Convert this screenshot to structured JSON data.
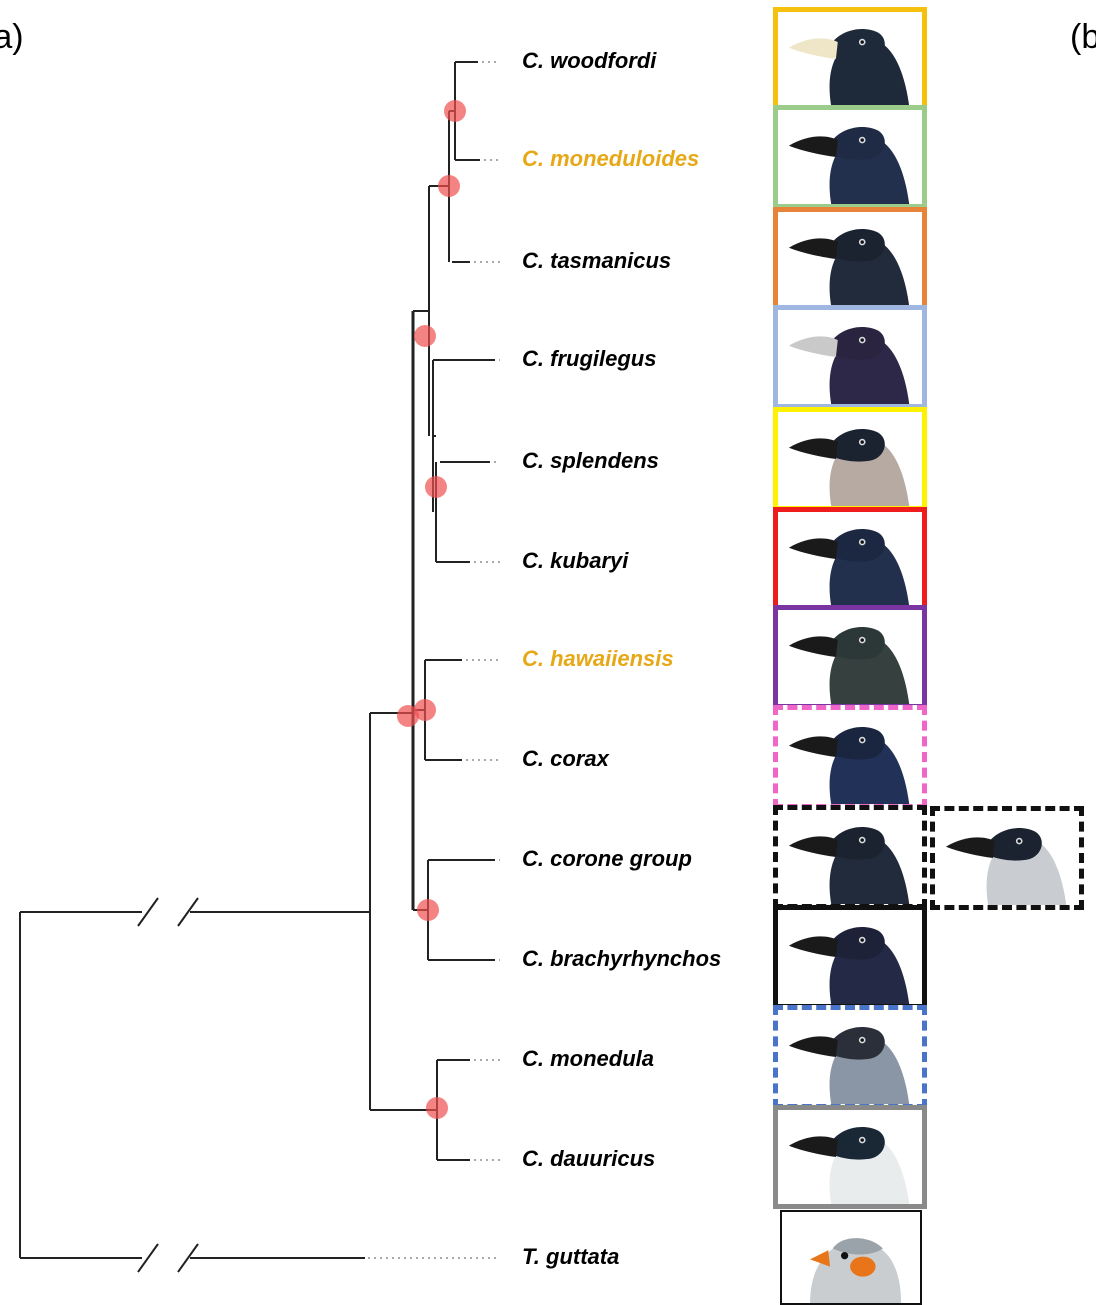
{
  "panel_labels": {
    "a": "(a)",
    "b": "(b"
  },
  "taxa": [
    {
      "name": "C. woodfordi",
      "highlight": false
    },
    {
      "name": "C. moneduloides",
      "highlight": true
    },
    {
      "name": "C. tasmanicus",
      "highlight": false
    },
    {
      "name": "C. frugilegus",
      "highlight": false
    },
    {
      "name": "C. splendens",
      "highlight": false
    },
    {
      "name": "C. kubaryi",
      "highlight": false
    },
    {
      "name": "C. hawaiiensis",
      "highlight": true
    },
    {
      "name": "C. corax",
      "highlight": false
    },
    {
      "name": "C. corone group",
      "highlight": false
    },
    {
      "name": "C. brachyrhynchos",
      "highlight": false
    },
    {
      "name": "C. monedula",
      "highlight": false
    },
    {
      "name": "C. dauuricus",
      "highlight": false
    },
    {
      "name": "T. guttata",
      "highlight": false
    }
  ],
  "swatches": [
    {
      "border": "#f5c10e",
      "style": "solid",
      "head": "#1e2a3a",
      "neck": "#1e2a3a",
      "bill": "#efe6c8"
    },
    {
      "border": "#9ccc8c",
      "style": "solid",
      "head": "#1f2a44",
      "neck": "#23304d",
      "bill": "#1a1a1a"
    },
    {
      "border": "#e8843a",
      "style": "solid",
      "head": "#1c2330",
      "neck": "#222b3b",
      "bill": "#1a1a1a"
    },
    {
      "border": "#9fb6e0",
      "style": "solid",
      "head": "#2a2440",
      "neck": "#2e2848",
      "bill": "#c9c9c9"
    },
    {
      "border": "#fff200",
      "style": "solid",
      "head": "#1c2330",
      "neck": "#b7aaa3",
      "bill": "#1a1a1a"
    },
    {
      "border": "#ee1c1c",
      "style": "solid",
      "head": "#1c2842",
      "neck": "#22304d",
      "bill": "#1a1a1a"
    },
    {
      "border": "#7a35a3",
      "style": "solid",
      "head": "#2c3838",
      "neck": "#35403f",
      "bill": "#1a1a1a"
    },
    {
      "border": "#f066c8",
      "style": "dashed",
      "head": "#1a2540",
      "neck": "#223158",
      "bill": "#1a1a1a"
    },
    {
      "border": "#111111",
      "style": "dashed",
      "head": "#1c2330",
      "neck": "#222b3b",
      "bill": "#1a1a1a"
    },
    {
      "border": "#111111",
      "style": "solid",
      "head": "#1d2238",
      "neck": "#242a45",
      "bill": "#1a1a1a"
    },
    {
      "border": "#4a74c9",
      "style": "dashed",
      "head": "#2a2f3a",
      "neck": "#8a95a6",
      "bill": "#1a1a1a"
    },
    {
      "border": "#8a8a8a",
      "style": "solid",
      "head": "#1a2836",
      "neck": "#e8ecec",
      "bill": "#1a1a1a"
    },
    {
      "border": "#111111",
      "style": "thin",
      "head": "#9aa3aa",
      "neck": "#c9cdd0",
      "bill": "#e8751a",
      "kind": "finch"
    }
  ],
  "extra_swatch": {
    "border": "#111111",
    "style": "dashed",
    "head": "#1c2330",
    "neck": "#c9ccd0",
    "bill": "#1a1a1a"
  },
  "node_marker_color": "#f05050"
}
